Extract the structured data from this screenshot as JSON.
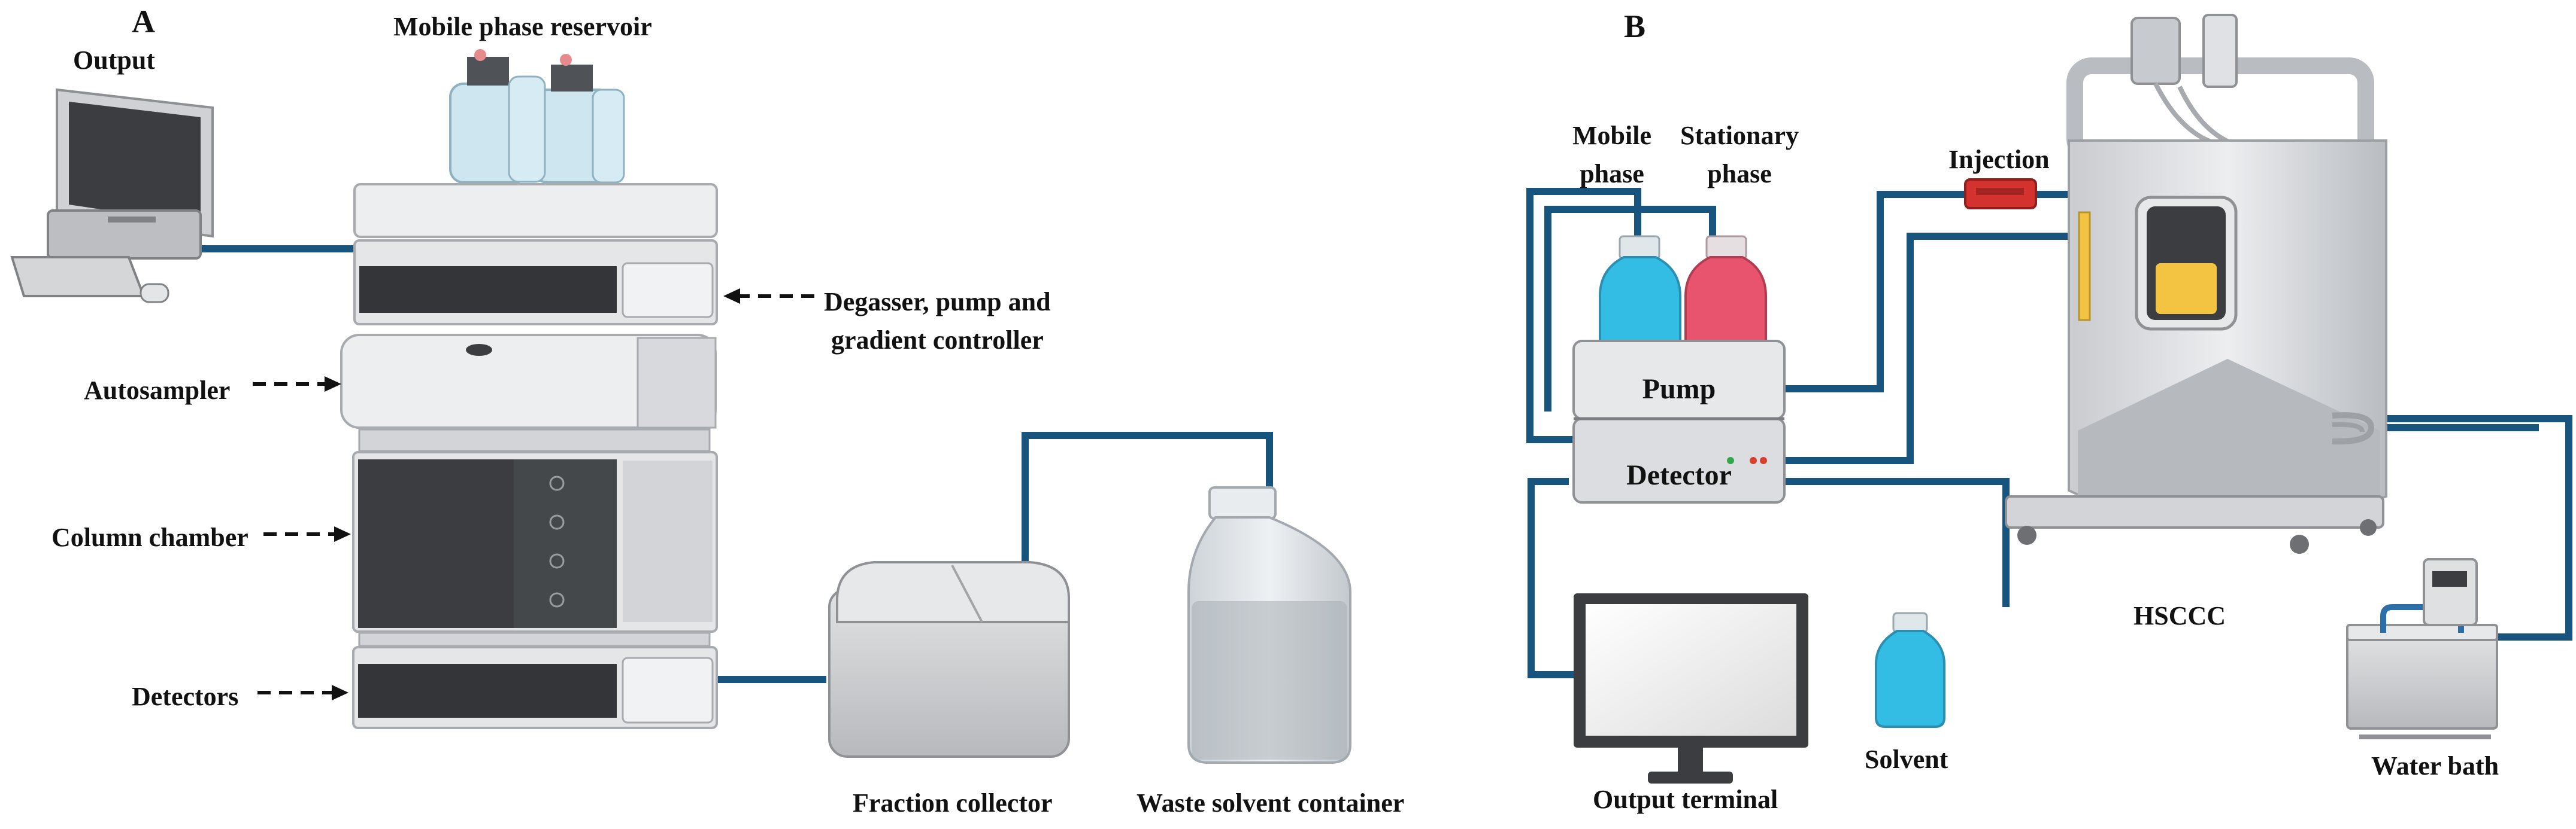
{
  "colors": {
    "tube": "#17547e",
    "instrument_light": "#e9eaec",
    "instrument_mid": "#cfd1d5",
    "instrument_dark": "#3b3d40",
    "mobile_phase": "#34bde4",
    "stationary_phase": "#e8546e",
    "injection": "#d3322e",
    "column_fill": "#f2c441"
  },
  "panel_a": {
    "label": "A",
    "output_label": "Output",
    "reservoir_label": "Mobile phase reservoir",
    "degasser_label_line1": "Degasser, pump and",
    "degasser_label_line2": "gradient controller",
    "autosampler_label": "Autosampler",
    "column_chamber_label": "Column chamber",
    "detectors_label": "Detectors",
    "fraction_collector_label": "Fraction collector",
    "waste_label": "Waste solvent container"
  },
  "panel_b": {
    "label": "B",
    "mobile_phase_line1": "Mobile",
    "mobile_phase_line2": "phase",
    "stationary_phase_line1": "Stationary",
    "stationary_phase_line2": "phase",
    "injection_label": "Injection",
    "pump_label": "Pump",
    "detector_label": "Detector",
    "hsccc_label": "HSCCC",
    "output_terminal_label": "Output terminal",
    "solvent_label": "Solvent",
    "water_bath_label": "Water bath"
  }
}
